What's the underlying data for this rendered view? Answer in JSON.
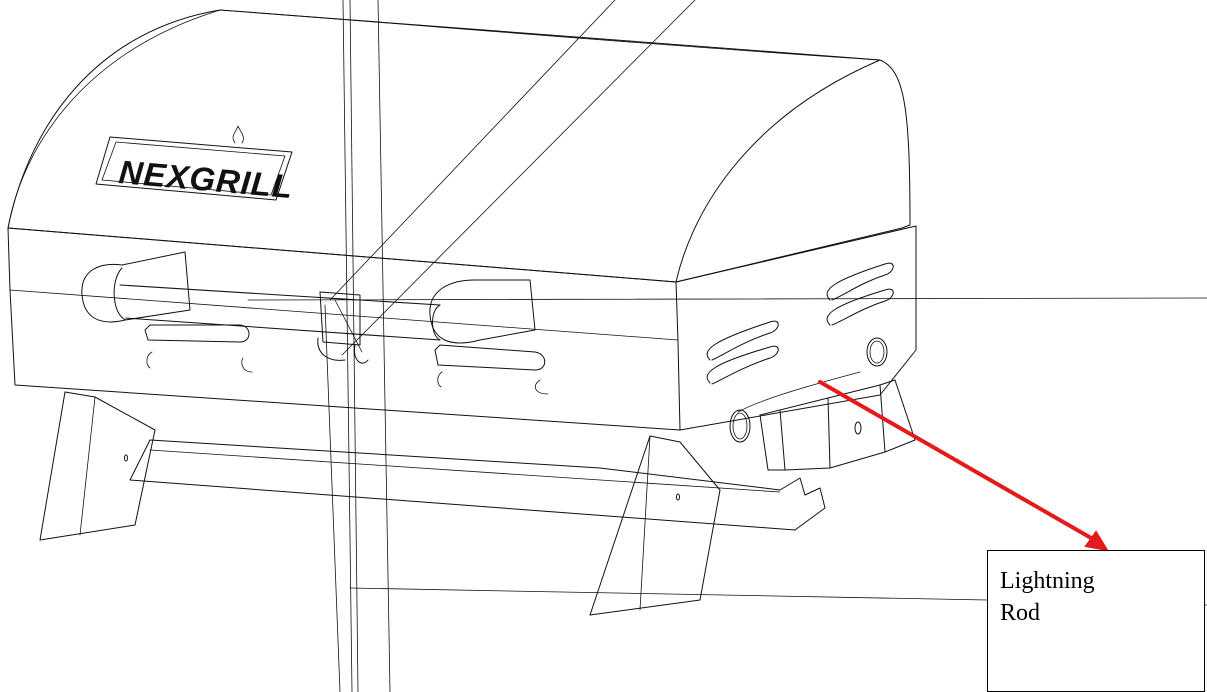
{
  "diagram": {
    "logo_text": "NEXGRILL",
    "callout": {
      "line1": "Lightning",
      "line2": "Rod"
    }
  },
  "colors": {
    "ink": "#111111",
    "arrow": "#e51b1b",
    "background": "#ffffff"
  }
}
